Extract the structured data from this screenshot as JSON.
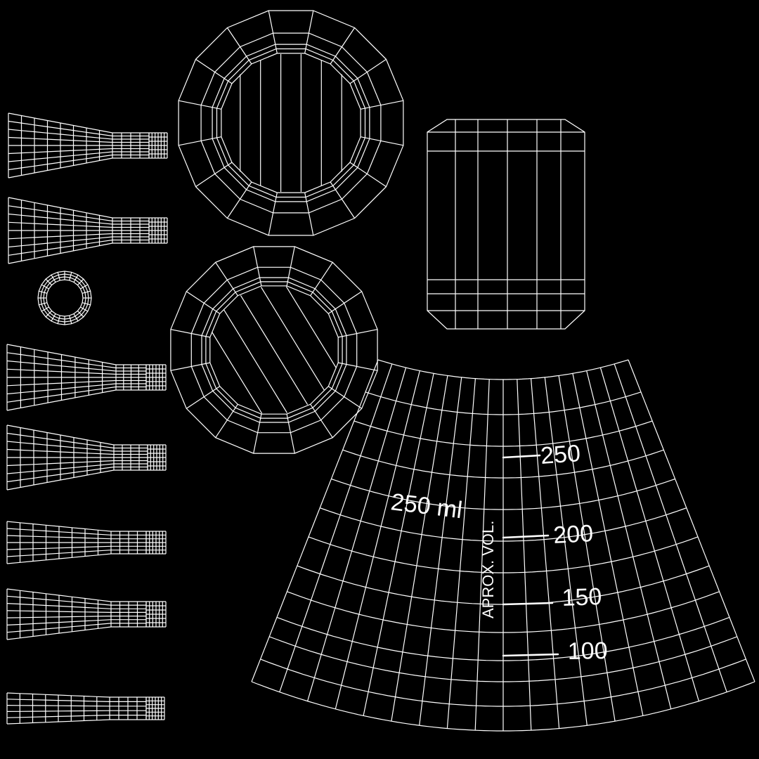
{
  "theme": {
    "background": "#000000",
    "wire_color": "#ffffff"
  },
  "texture": {
    "flask_label": "250 ml",
    "axis_label": "APROX. VOL.",
    "graduations": [
      "250",
      "200",
      "150",
      "100"
    ]
  }
}
